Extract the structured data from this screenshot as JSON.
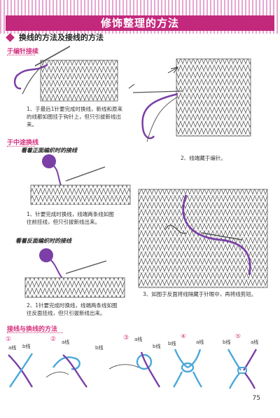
{
  "header": {
    "title": "修饰整理的方法"
  },
  "section": {
    "heading": "换线的方法及接线的方法"
  },
  "edge_join": {
    "label": "于编针接续",
    "step1": "1、于最后1针要完成时换线，新线和原来的线都如图挂于钩针上，但只引拔新线出来。",
    "step2": "2、线端藏于编针。"
  },
  "mid_join": {
    "label": "于中途换线",
    "front_label": "看着正面编织时的接线",
    "front_caption": "1、针要完成时换线，线端两条线如图往前挂线，但只引拔新线出来。",
    "back_label": "看着反面编织时的接线",
    "back_caption": "2、1针要完成时换线，线端两条线如图往反面挂线，但只引拔新线出来。",
    "step3": "3、如图于反面将线隔藏于针眼中，再将线剪短。"
  },
  "knot": {
    "label": "接线与换线的方法",
    "steps": [
      "①",
      "②",
      "③",
      "④",
      "⑤"
    ],
    "a_label": "a线",
    "b_label": "b线"
  },
  "page": {
    "number": "75"
  }
}
